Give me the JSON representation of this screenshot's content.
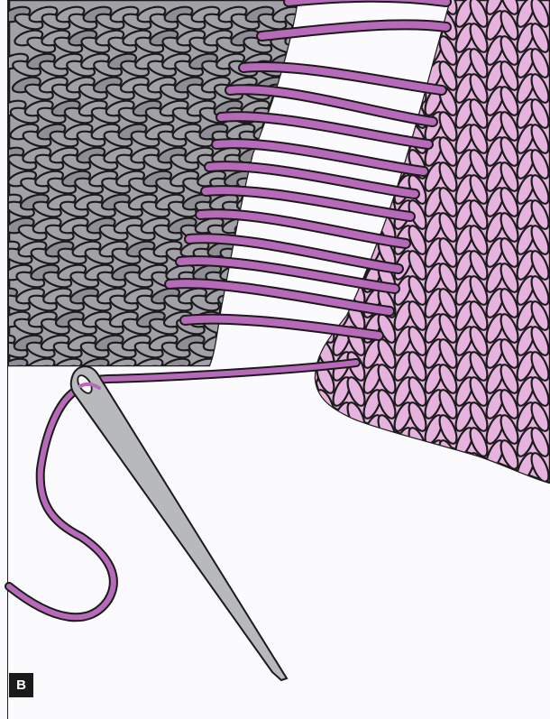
{
  "figure": {
    "panel_label": "B",
    "colors": {
      "background": "#fbfbfd",
      "grey_knit": "#a3a1a8",
      "grey_knit_dark": "#8f8d95",
      "pink_knit": "#e6b3df",
      "yarn": "#b86aba",
      "needle": "#b7b9bd",
      "outline": "#1b1b1b",
      "badge": "#1a1a1a"
    },
    "icons": [
      "tapestry-needle-icon",
      "knitted-fabric-grey",
      "knitted-fabric-pink",
      "yarn-strand"
    ]
  }
}
